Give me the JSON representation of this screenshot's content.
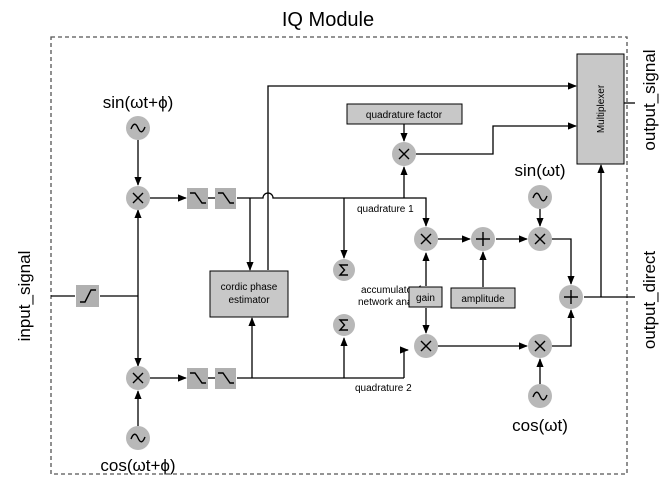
{
  "title": "IQ Module",
  "ports": {
    "input": "input_signal",
    "output_signal": "output_signal",
    "output_direct": "output_direct"
  },
  "oscillators": {
    "sin_phase": "sin(ωt+ϕ)",
    "cos_phase": "cos(ωt+ϕ)",
    "sin": "sin(ωt)",
    "cos": "cos(ωt)"
  },
  "blocks": {
    "quadrature_factor": "quadrature factor",
    "cordic_line1": "cordic phase",
    "cordic_line2": "estimator",
    "gain": "gain",
    "amplitude": "amplitude",
    "multiplexer": "Multiplexer"
  },
  "labels": {
    "quadrature1": "quadrature 1",
    "quadrature2": "quadrature 2",
    "accumulator_line1": "accumulator for",
    "accumulator_line2": "network analyser"
  },
  "colors": {
    "block_fill": "#c8c8c8",
    "node_fill": "#b8b8b8",
    "frame_stroke": "#555555"
  }
}
